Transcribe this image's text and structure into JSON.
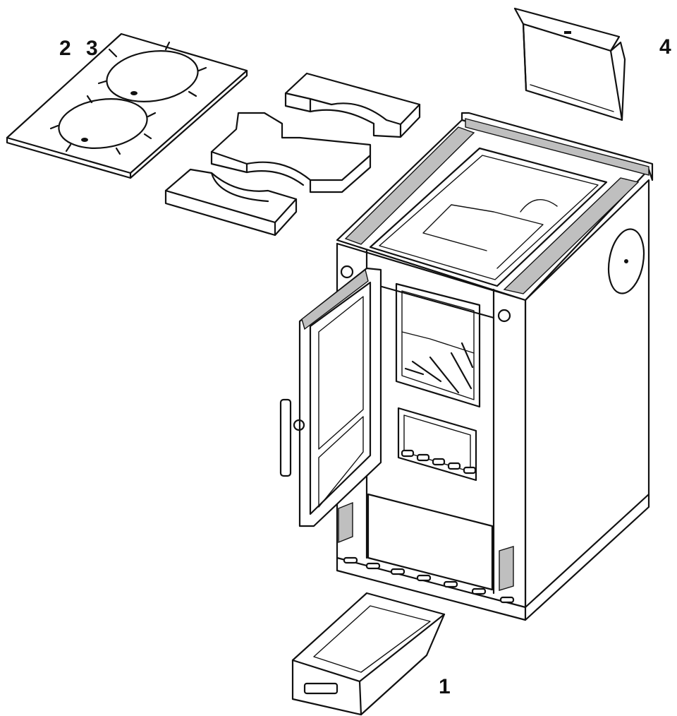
{
  "labels": {
    "top_plates": "2",
    "top_plates_second": "3",
    "baffle_plate": "4",
    "ash_drawer": "1"
  },
  "colors": {
    "line": "#111111",
    "fill": "#ffffff"
  }
}
